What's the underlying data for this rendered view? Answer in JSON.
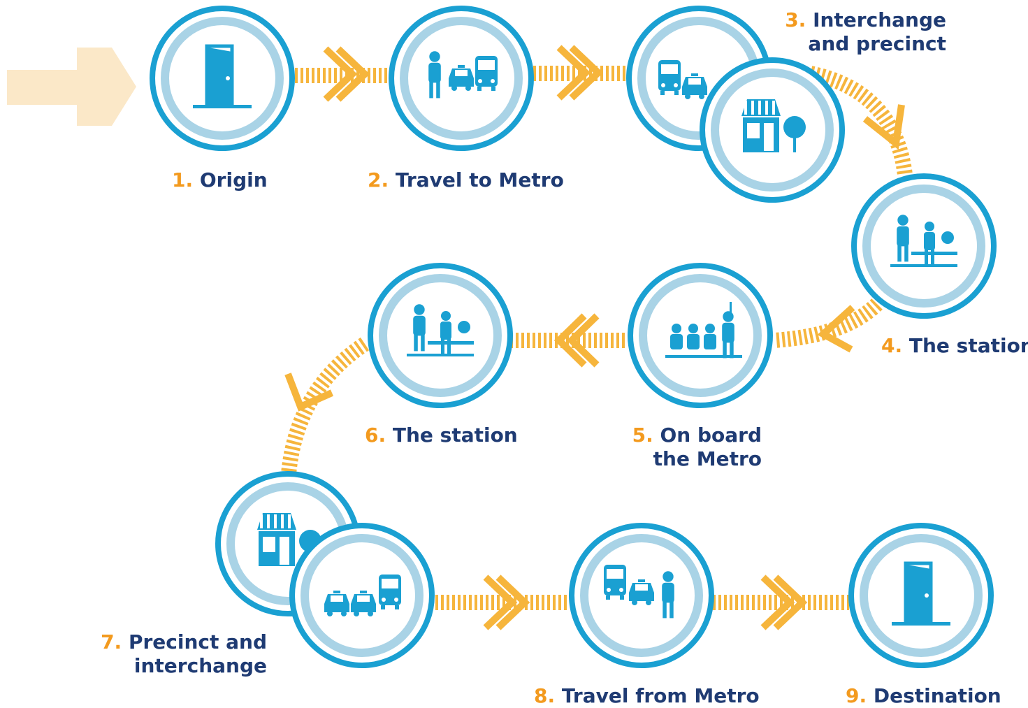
{
  "diagram": {
    "colors": {
      "ring_outer": "#1aa0d2",
      "ring_inner": "#a9d3e6",
      "icon": "#1aa0d2",
      "connector": "#f6b53c",
      "step_number": "#f39a1e",
      "step_text": "#1f3b73",
      "entry_arrow": "#fbe8c8"
    },
    "steps": [
      {
        "num": "1.",
        "lines": [
          "Origin"
        ],
        "icons": [
          "door-icon"
        ]
      },
      {
        "num": "2.",
        "lines": [
          "Travel to Metro"
        ],
        "icons": [
          "person-car-bus-icon"
        ]
      },
      {
        "num": "3.",
        "lines": [
          "Interchange",
          "and precinct"
        ],
        "icons": [
          "bus-car-icon",
          "shop-tree-icon"
        ]
      },
      {
        "num": "4.",
        "lines": [
          "The station"
        ],
        "icons": [
          "people-bench-icon"
        ]
      },
      {
        "num": "5.",
        "lines": [
          "On board",
          "the Metro"
        ],
        "icons": [
          "passengers-seated-icon"
        ]
      },
      {
        "num": "6.",
        "lines": [
          "The station"
        ],
        "icons": [
          "people-bench-icon"
        ]
      },
      {
        "num": "7.",
        "lines": [
          "Precinct and",
          "interchange"
        ],
        "icons": [
          "shop-tree-icon",
          "cars-bus-icon"
        ]
      },
      {
        "num": "8.",
        "lines": [
          "Travel from Metro"
        ],
        "icons": [
          "bus-car-person-icon"
        ]
      },
      {
        "num": "9.",
        "lines": [
          "Destination"
        ],
        "icons": [
          "door-icon"
        ]
      }
    ]
  }
}
